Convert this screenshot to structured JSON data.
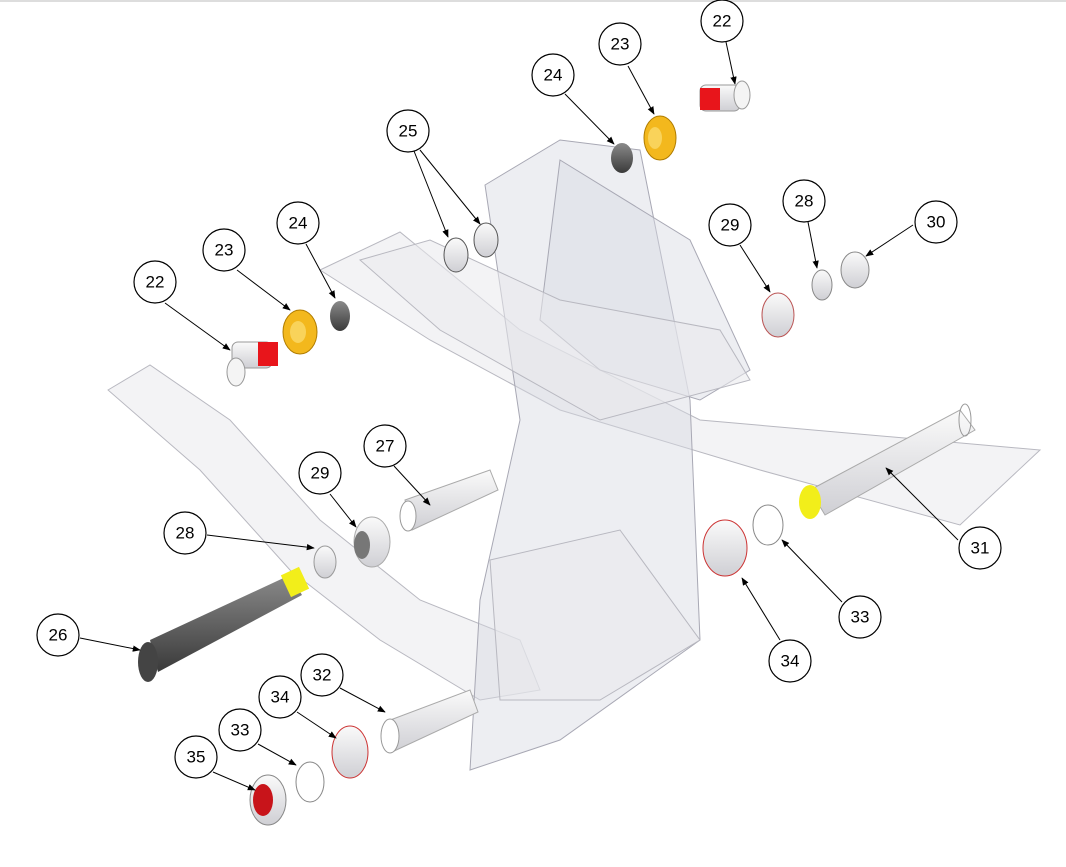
{
  "callouts": [
    "22",
    "23",
    "24",
    "25",
    "29",
    "28",
    "30",
    "22",
    "23",
    "24",
    "27",
    "29",
    "28",
    "31",
    "33",
    "34",
    "26",
    "32",
    "34",
    "33",
    "35"
  ],
  "colors": {
    "red": "#e8151b",
    "yellow": "#f2ee1a",
    "orange": "#f3b81d",
    "dark": "#555555",
    "frame": "#e9e9ec"
  }
}
